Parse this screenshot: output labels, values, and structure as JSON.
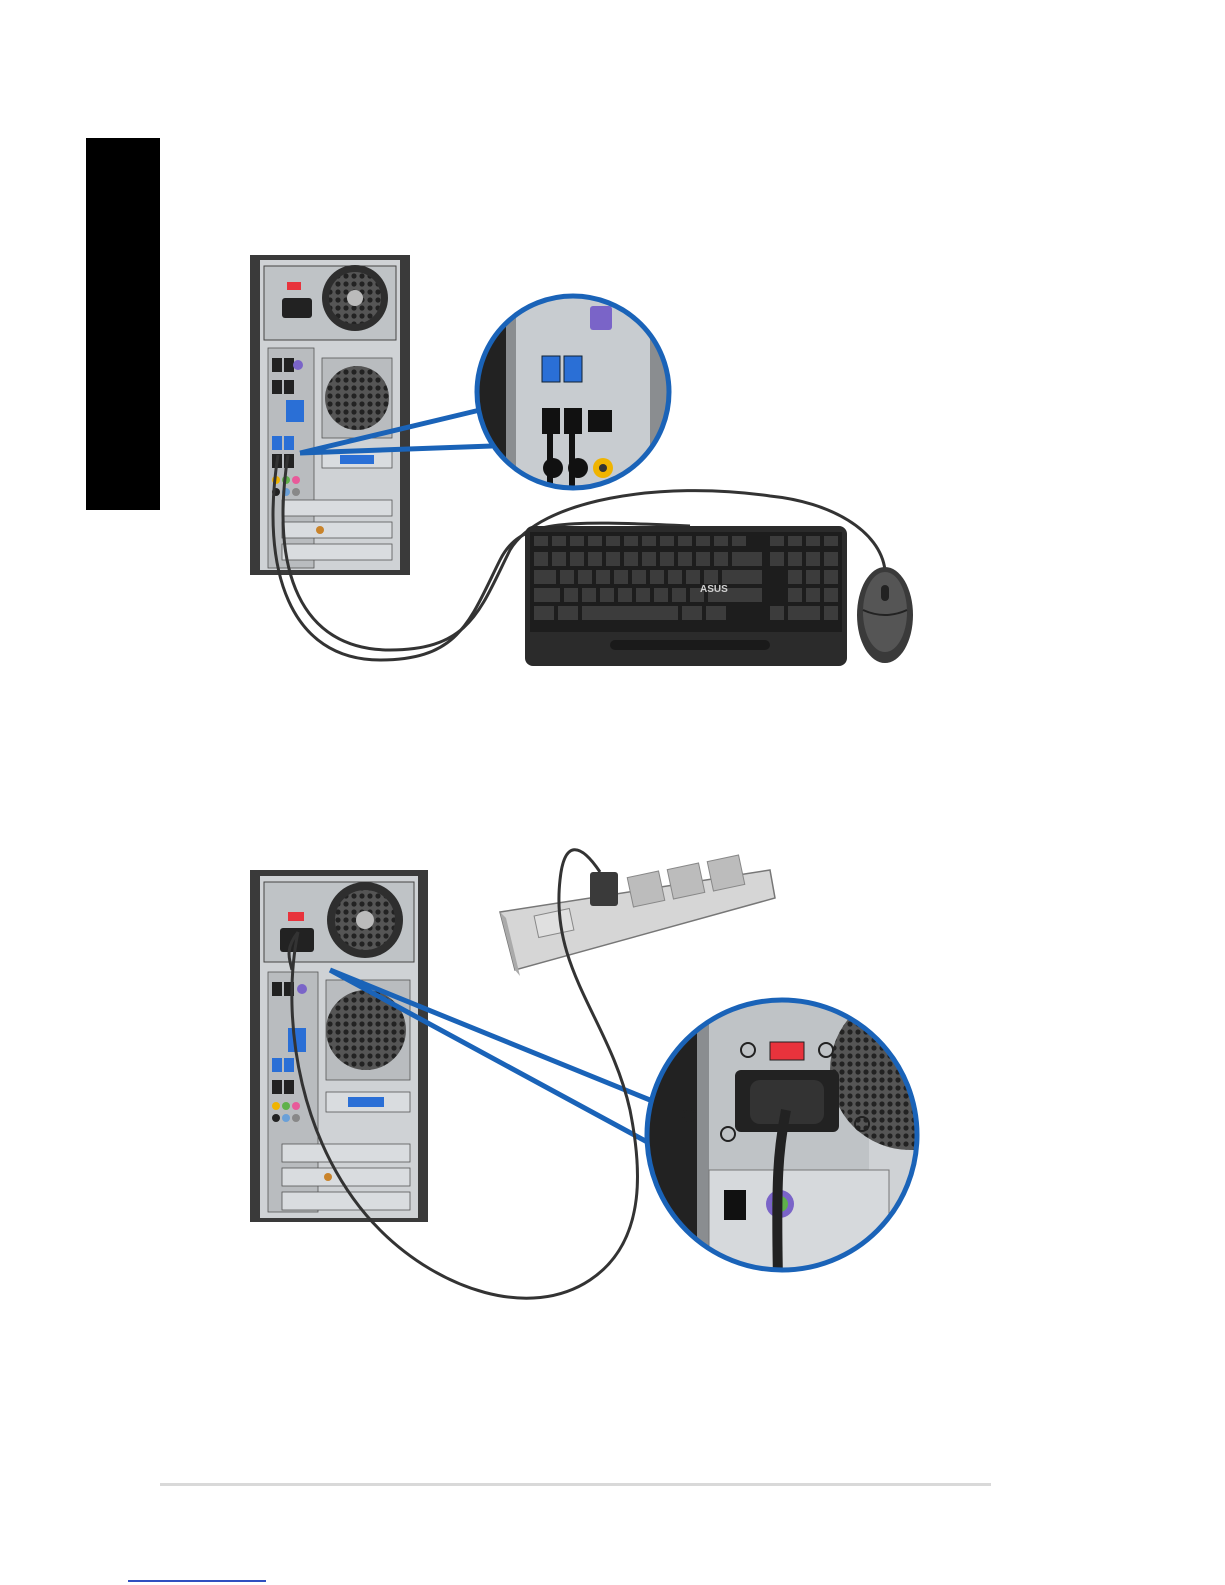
{
  "colors": {
    "accent_blue": "#1a63b8",
    "side_tab": "#000000",
    "rule": "#d9d9d9",
    "case_dark": "#2b2b2b",
    "case_panel": "#cfd2d5",
    "power_switch": "#e8333c",
    "usb_blue": "#2a6fd6",
    "ps2_purple": "#7a64c8",
    "ps2_green": "#5fb14a",
    "audio_yellow": "#f0b400"
  },
  "figures": [
    {
      "id": "keyboard-mouse-connection",
      "brand_text": "ASUS",
      "icons": [
        "desktop-tower-rear",
        "usb-zoom-callout",
        "keyboard",
        "mouse",
        "usb-cable"
      ]
    },
    {
      "id": "power-cord-connection",
      "icons": [
        "desktop-tower-rear",
        "power-socket-zoom-callout",
        "power-strip",
        "power-cord"
      ]
    }
  ]
}
